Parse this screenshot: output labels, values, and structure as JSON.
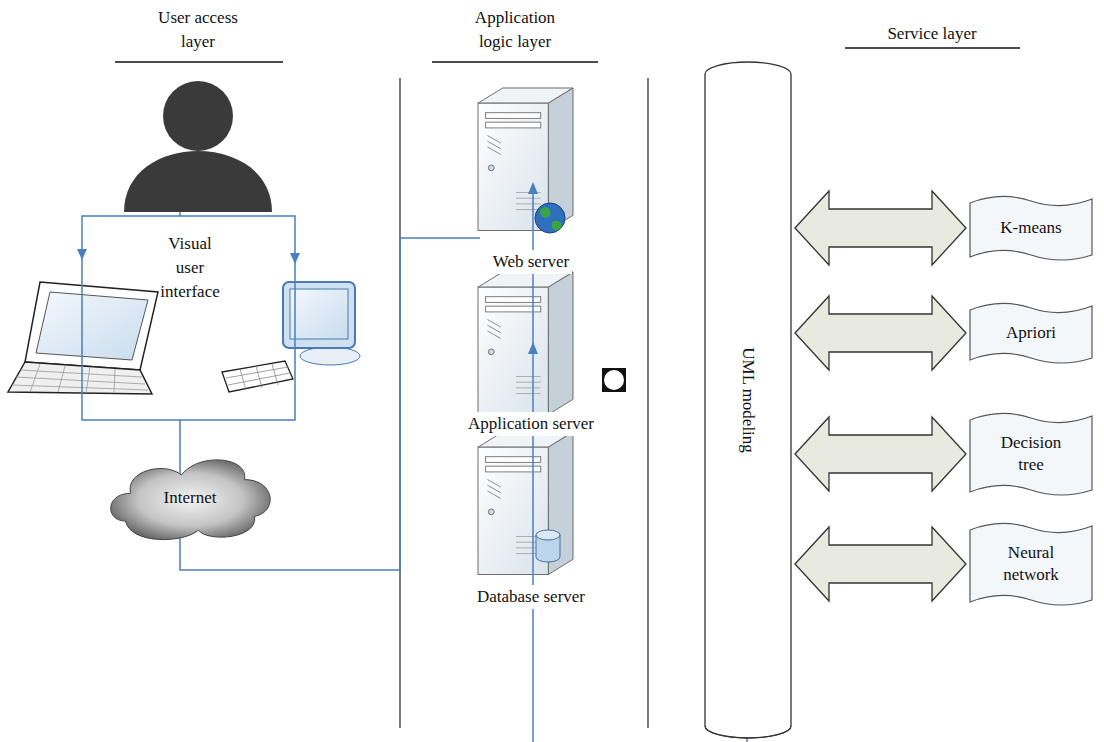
{
  "diagram": {
    "nodes": [
      {
        "text": [
          "Internet"
        ]
      },
      {
        "text": [
          "UML modeling"
        ]
      },
      {
        "text": [
          "K-means"
        ]
      },
      {
        "text": [
          "Apriori"
        ]
      },
      {
        "text": [
          "Decision tree"
        ]
      },
      {
        "text": [
          "Neural network"
        ]
      }
    ],
    "edges": [
      {
        "from": 1,
        "to": 2,
        "arrow": "both"
      },
      {
        "from": 1,
        "to": 3,
        "arrow": "both"
      },
      {
        "from": 1,
        "to": 4,
        "arrow": "both"
      },
      {
        "from": 1,
        "to": 5,
        "arrow": "both"
      }
    ],
    "labels": [
      "User access layer",
      "Application logic layer",
      "Service layer",
      "Visual user interface",
      "Web server",
      "Application server",
      "Database server"
    ]
  }
}
